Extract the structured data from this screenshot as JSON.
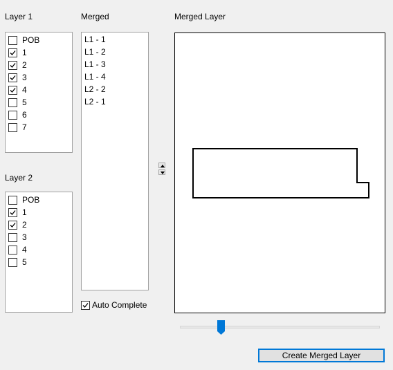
{
  "layer1": {
    "title": "Layer 1",
    "items": [
      {
        "label": "POB",
        "checked": false
      },
      {
        "label": "1",
        "checked": true
      },
      {
        "label": "2",
        "checked": true
      },
      {
        "label": "3",
        "checked": true
      },
      {
        "label": "4",
        "checked": true
      },
      {
        "label": "5",
        "checked": false
      },
      {
        "label": "6",
        "checked": false
      },
      {
        "label": "7",
        "checked": false
      }
    ]
  },
  "layer2": {
    "title": "Layer 2",
    "items": [
      {
        "label": "POB",
        "checked": false
      },
      {
        "label": "1",
        "checked": true
      },
      {
        "label": "2",
        "checked": true
      },
      {
        "label": "3",
        "checked": false
      },
      {
        "label": "4",
        "checked": false
      },
      {
        "label": "5",
        "checked": false
      }
    ]
  },
  "merged": {
    "title": "Merged",
    "items": [
      "L1 - 1",
      "L1 - 2",
      "L1 - 3",
      "L1 - 4",
      "L2 - 2",
      "L2 - 1"
    ]
  },
  "auto_complete": {
    "label": "Auto Complete",
    "checked": true
  },
  "merged_layer": {
    "title": "Merged Layer"
  },
  "zoom_slider": {
    "value_fraction": 0.2
  },
  "create_button": {
    "label": "Create Merged Layer"
  },
  "colors": {
    "accent": "#0078d7",
    "window_bg": "#f0f0f0"
  },
  "icons": {
    "spin_up": "triangle-up-icon",
    "spin_down": "triangle-down-icon",
    "check": "checkmark-icon"
  }
}
